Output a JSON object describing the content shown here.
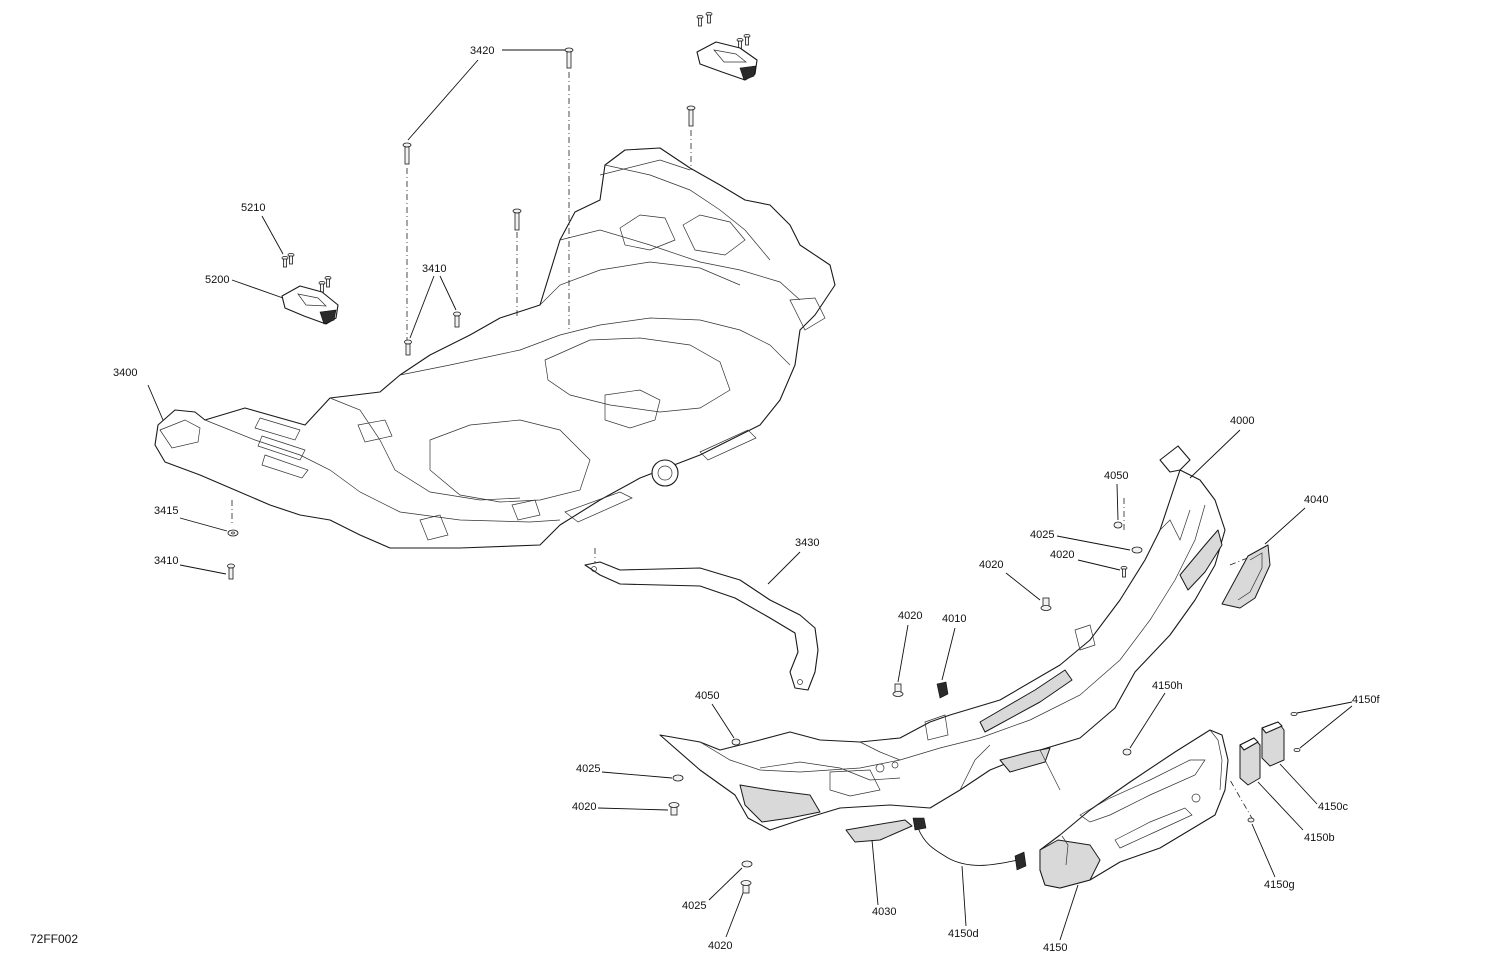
{
  "figure_code": "72FF002",
  "callouts": [
    {
      "id": "c3420",
      "label": "3420"
    },
    {
      "id": "c5210",
      "label": "5210"
    },
    {
      "id": "c5200",
      "label": "5200"
    },
    {
      "id": "c3410a",
      "label": "3410"
    },
    {
      "id": "c3400",
      "label": "3400"
    },
    {
      "id": "c3415",
      "label": "3415"
    },
    {
      "id": "c3410b",
      "label": "3410"
    },
    {
      "id": "c3430",
      "label": "3430"
    },
    {
      "id": "c4000",
      "label": "4000"
    },
    {
      "id": "c4050a",
      "label": "4050"
    },
    {
      "id": "c4040",
      "label": "4040"
    },
    {
      "id": "c4025a",
      "label": "4025"
    },
    {
      "id": "c4020a",
      "label": "4020"
    },
    {
      "id": "c4020b",
      "label": "4020"
    },
    {
      "id": "c4020c",
      "label": "4020"
    },
    {
      "id": "c4010",
      "label": "4010"
    },
    {
      "id": "c4050b",
      "label": "4050"
    },
    {
      "id": "c4150h",
      "label": "4150h"
    },
    {
      "id": "c4150f",
      "label": "4150f"
    },
    {
      "id": "c4025b",
      "label": "4025"
    },
    {
      "id": "c4020d",
      "label": "4020"
    },
    {
      "id": "c4150c",
      "label": "4150c"
    },
    {
      "id": "c4150b",
      "label": "4150b"
    },
    {
      "id": "c4150g",
      "label": "4150g"
    },
    {
      "id": "c4025c",
      "label": "4025"
    },
    {
      "id": "c4030",
      "label": "4030"
    },
    {
      "id": "c4150d",
      "label": "4150d"
    },
    {
      "id": "c4020e",
      "label": "4020"
    },
    {
      "id": "c4150",
      "label": "4150"
    }
  ]
}
